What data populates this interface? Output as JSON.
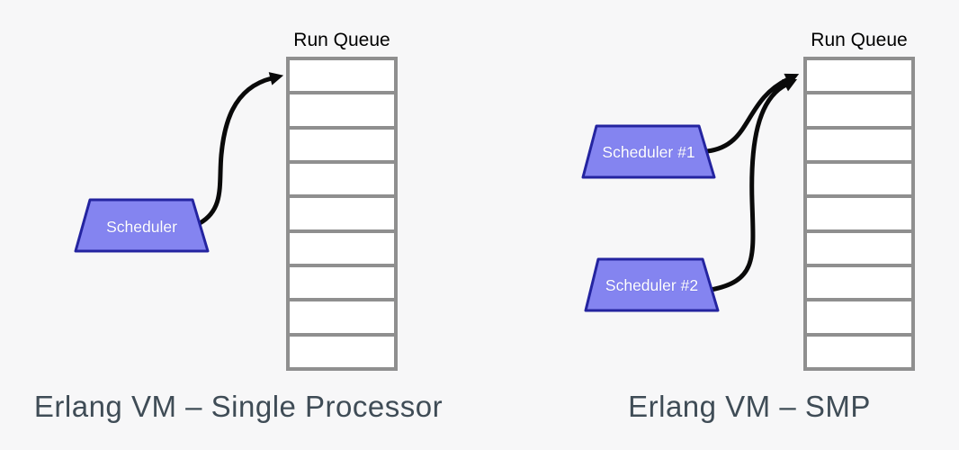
{
  "colors": {
    "background": "#f7f7f8",
    "scheduler_fill": "#8484f0",
    "scheduler_border": "#2424a0",
    "scheduler_text": "#ffffff",
    "queue_border": "#8f8f8f",
    "queue_cell_fill": "#ffffff",
    "arrow": "#0a0a0a",
    "caption_text": "#3f4c56",
    "run_queue_label_text": "#000000"
  },
  "panels": [
    {
      "caption": "Erlang VM – Single Processor",
      "run_queue": {
        "label": "Run Queue",
        "slots": 9
      },
      "schedulers": [
        {
          "label": "Scheduler"
        }
      ]
    },
    {
      "caption": "Erlang VM – SMP",
      "run_queue": {
        "label": "Run Queue",
        "slots": 9
      },
      "schedulers": [
        {
          "label": "Scheduler #1"
        },
        {
          "label": "Scheduler #2"
        }
      ]
    }
  ]
}
